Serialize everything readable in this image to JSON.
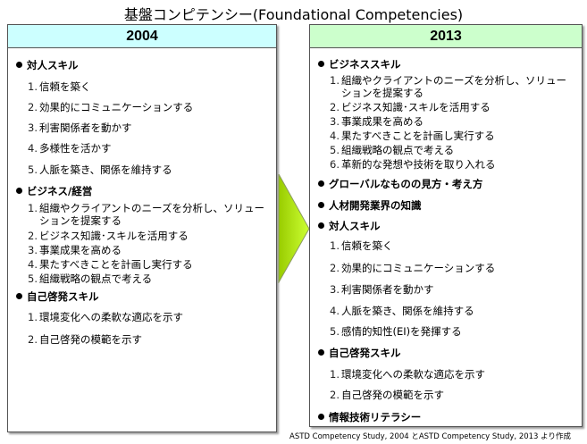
{
  "title": "基盤コンピテンシー(Foundational Competencies)",
  "left": {
    "year": "2004",
    "items": [
      {
        "type": "cat",
        "text": "対人スキル"
      },
      {
        "type": "item",
        "num": "1.",
        "text": "信頼を築く"
      },
      {
        "type": "item",
        "num": "2.",
        "text": "効果的にコミュニケーションする"
      },
      {
        "type": "item",
        "num": "3.",
        "text": "利害関係者を動かす"
      },
      {
        "type": "item",
        "num": "4.",
        "text": "多様性を活かす"
      },
      {
        "type": "item",
        "num": "5.",
        "text": "人脈を築き、関係を維持する"
      },
      {
        "type": "cat",
        "text": "ビジネス/経営"
      },
      {
        "type": "item",
        "num": "1.",
        "text": "組織やクライアントのニーズを分析し、ソリュー",
        "cont": "ションを提案する"
      },
      {
        "type": "item",
        "num": "2.",
        "text": "ビジネス知識･スキルを活用する"
      },
      {
        "type": "item",
        "num": "3.",
        "text": "事業成果を高める"
      },
      {
        "type": "item",
        "num": "4.",
        "text": "果たすべきことを計画し実行する"
      },
      {
        "type": "item",
        "num": "5.",
        "text": "組織戦略の観点で考える"
      },
      {
        "type": "cat",
        "text": "自己啓発スキル"
      },
      {
        "type": "item",
        "num": "1.",
        "text": "環境変化への柔軟な適応を示す"
      },
      {
        "type": "item",
        "num": "2.",
        "text": "自己啓発の模範を示す"
      }
    ]
  },
  "right": {
    "year": "2013",
    "items": [
      {
        "type": "cat",
        "text": "ビジネススキル"
      },
      {
        "type": "item",
        "num": "1.",
        "text": "組織やクライアントのニーズを分析し、ソリュー",
        "cont": "ションを提案する"
      },
      {
        "type": "item",
        "num": "2.",
        "text": "ビジネス知識･スキルを活用する"
      },
      {
        "type": "item",
        "num": "3.",
        "text": "事業成果を高める"
      },
      {
        "type": "item",
        "num": "4.",
        "text": "果たすべきことを計画し実行する"
      },
      {
        "type": "item",
        "num": "5.",
        "text": "組織戦略の観点で考える"
      },
      {
        "type": "item",
        "num": "6.",
        "text": "革新的な発想や技術を取り入れる"
      },
      {
        "type": "cat",
        "text": "グローバルなものの見方・考え方"
      },
      {
        "type": "cat",
        "text": "人材開発業界の知識"
      },
      {
        "type": "cat",
        "text": "対人スキル"
      },
      {
        "type": "item",
        "num": "1.",
        "text": "信頼を築く"
      },
      {
        "type": "item",
        "num": "2.",
        "text": "効果的にコミュニケーションする"
      },
      {
        "type": "item",
        "num": "3.",
        "text": "利害関係者を動かす"
      },
      {
        "type": "item",
        "num": "4.",
        "text": "人脈を築き、関係を維持する"
      },
      {
        "type": "item",
        "num": "5.",
        "text": "感情的知性(EI)を発揮する"
      },
      {
        "type": "cat",
        "text": "自己啓発スキル"
      },
      {
        "type": "item",
        "num": "1.",
        "text": "環境変化への柔軟な適応を示す"
      },
      {
        "type": "item",
        "num": "2.",
        "text": "自己啓発の模範を示す"
      },
      {
        "type": "cat",
        "text": "情報技術リテラシー"
      }
    ]
  },
  "footer": "ASTD Competency  Study, 2004 とASTD Competency  Study, 2013 より作成",
  "colors": {
    "header2004": "#ccffff",
    "header2013": "#ccffcc",
    "arrow": "#ccff33"
  }
}
